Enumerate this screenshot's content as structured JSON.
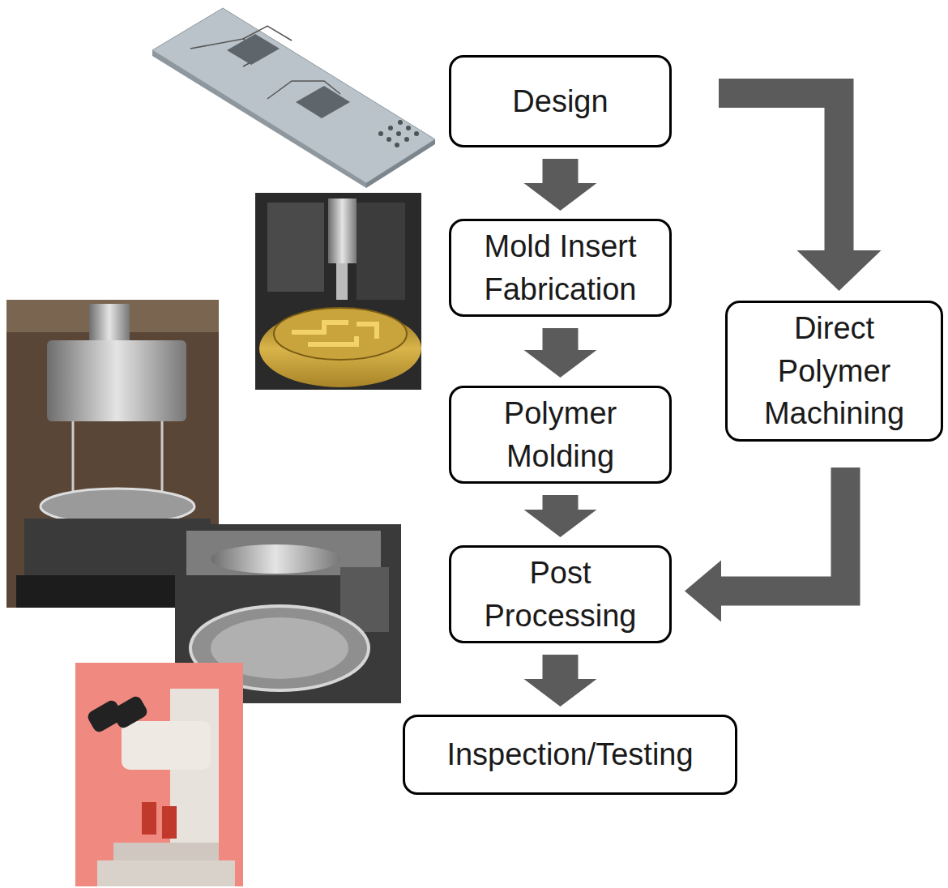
{
  "diagram": {
    "nodes": [
      {
        "text": [
          "Design"
        ]
      },
      {
        "text": [
          "Mold Insert Fabrication"
        ]
      },
      {
        "text": [
          "Polymer Molding"
        ]
      },
      {
        "text": [
          "Post Processing"
        ]
      },
      {
        "text": [
          "Inspection/Testing"
        ]
      },
      {
        "text": [
          "Direct Polymer Machining"
        ]
      }
    ],
    "edges": [
      {
        "from": 0,
        "to": 1,
        "arrow": "to"
      },
      {
        "from": 1,
        "to": 2,
        "arrow": "to"
      },
      {
        "from": 2,
        "to": 3,
        "arrow": "to"
      },
      {
        "from": 3,
        "to": 4,
        "arrow": "to"
      },
      {
        "from": 0,
        "to": 5,
        "arrow": "to"
      },
      {
        "from": 5,
        "to": 3,
        "arrow": "to"
      }
    ]
  }
}
